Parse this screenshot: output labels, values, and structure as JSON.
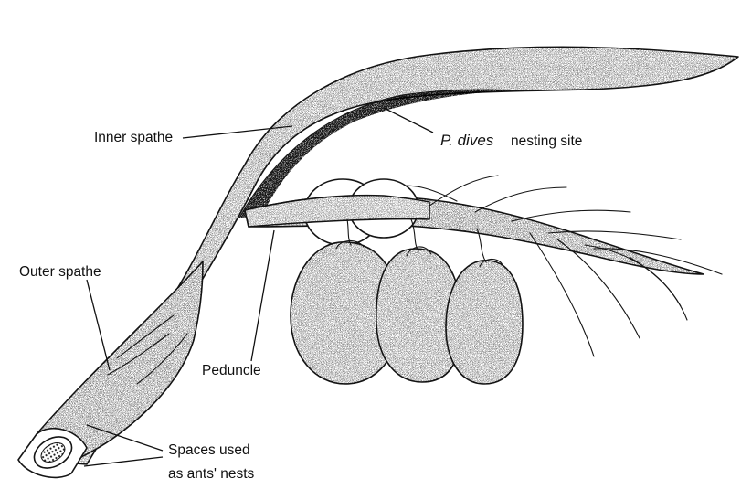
{
  "labels": {
    "inner_spathe": "Inner spathe",
    "nesting_species": "P. dives",
    "nesting_site": "nesting site",
    "outer_spathe": "Outer spathe",
    "peduncle": "Peduncle",
    "spaces_line1": "Spaces used",
    "spaces_line2": "as ants' nests"
  }
}
